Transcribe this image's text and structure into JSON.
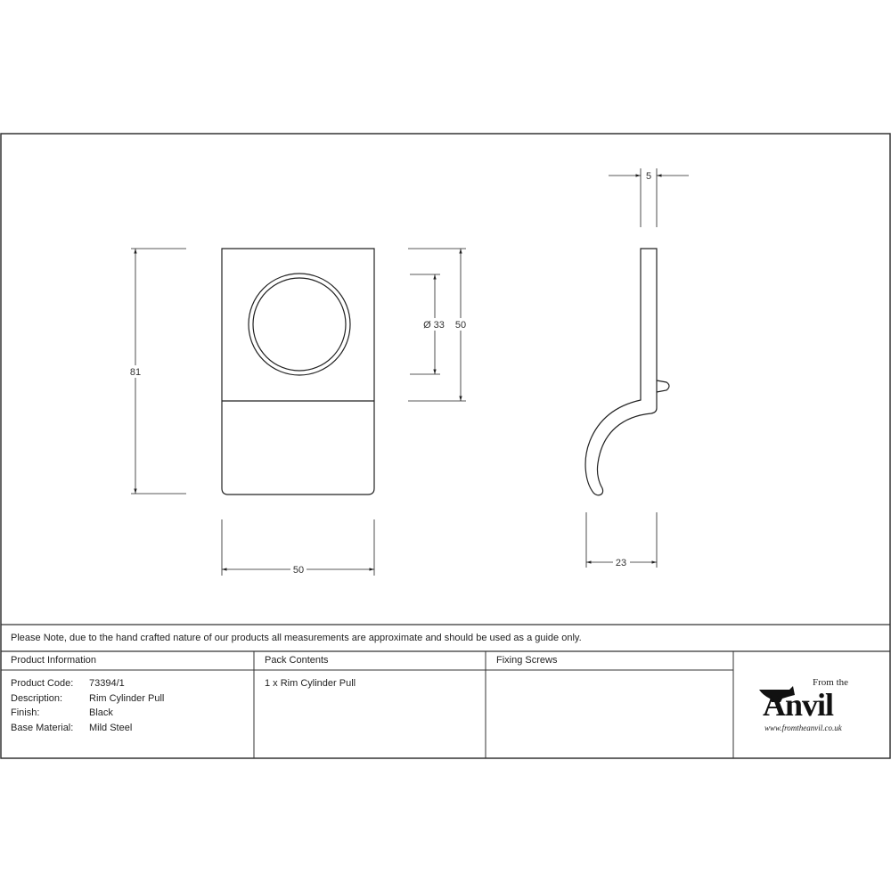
{
  "drawing": {
    "front_view": {
      "height_label": "81",
      "width_label": "50"
    },
    "circle_view": {
      "diameter_label": "Ø 33",
      "height_label": "50"
    },
    "side_view": {
      "thickness_label": "5",
      "depth_label": "23"
    }
  },
  "note": "Please Note, due to the hand crafted nature of our products all measurements are approximate and should be used as a guide only.",
  "table": {
    "product_information": {
      "heading": "Product Information",
      "rows": [
        {
          "label": "Product Code:",
          "value": "73394/1"
        },
        {
          "label": "Description:",
          "value": "Rim Cylinder Pull"
        },
        {
          "label": "Finish:",
          "value": "Black"
        },
        {
          "label": "Base Material:",
          "value": "Mild Steel"
        }
      ]
    },
    "pack_contents": {
      "heading": "Pack Contents",
      "items": [
        "1 x Rim Cylinder Pull"
      ]
    },
    "fixing_screws": {
      "heading": "Fixing Screws",
      "items": []
    }
  },
  "logo": {
    "top": "From the",
    "main": "Anvil",
    "url": "www.fromtheanvil.co.uk"
  }
}
